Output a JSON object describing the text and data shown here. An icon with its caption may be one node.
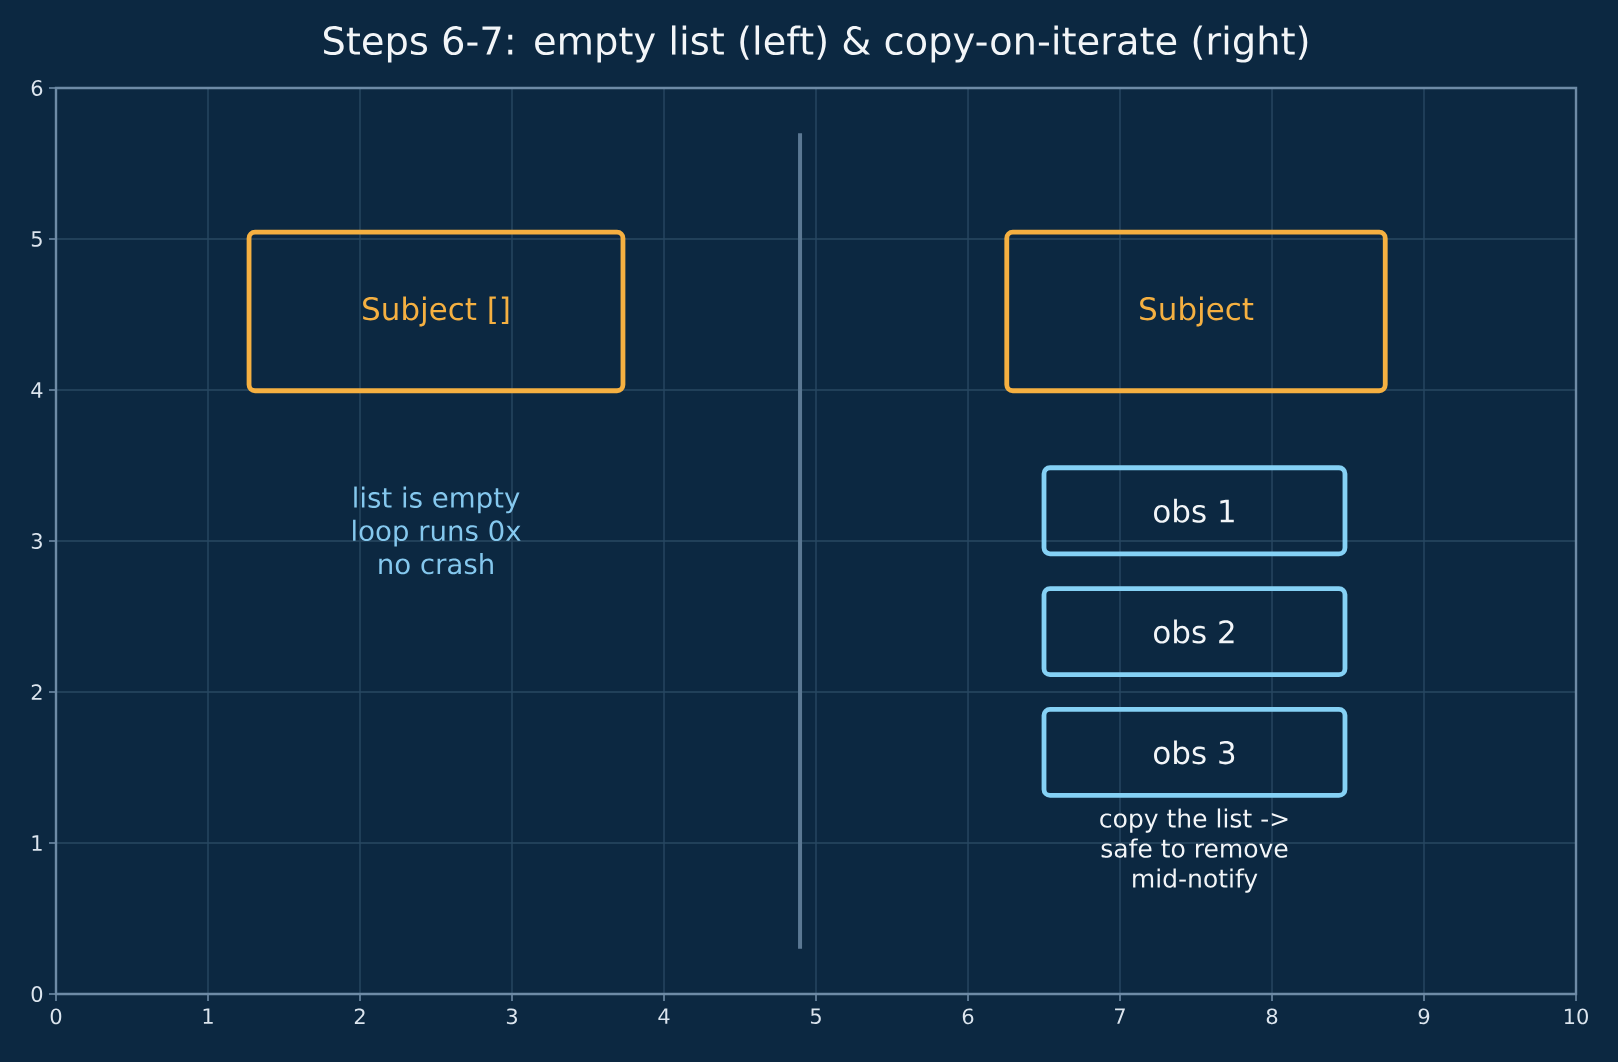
{
  "diagram": {
    "title": "Steps 6-7: empty list (left) & copy-on-iterate (right)",
    "nodes": [
      {
        "text": [
          "Subject []"
        ]
      },
      {
        "text": [
          "Subject"
        ]
      },
      {
        "text": [
          "obs 1"
        ]
      },
      {
        "text": [
          "obs 2"
        ]
      },
      {
        "text": [
          "obs 3"
        ]
      }
    ],
    "labels": [
      "list is empty loop runs 0x no crash",
      "copy the list -> safe to remove mid-notify",
      "6",
      "5",
      "4",
      "3",
      "2",
      "1",
      "0",
      "0",
      "1",
      "2",
      "3",
      "4",
      "5",
      "6",
      "7",
      "8",
      "9",
      "10"
    ]
  }
}
